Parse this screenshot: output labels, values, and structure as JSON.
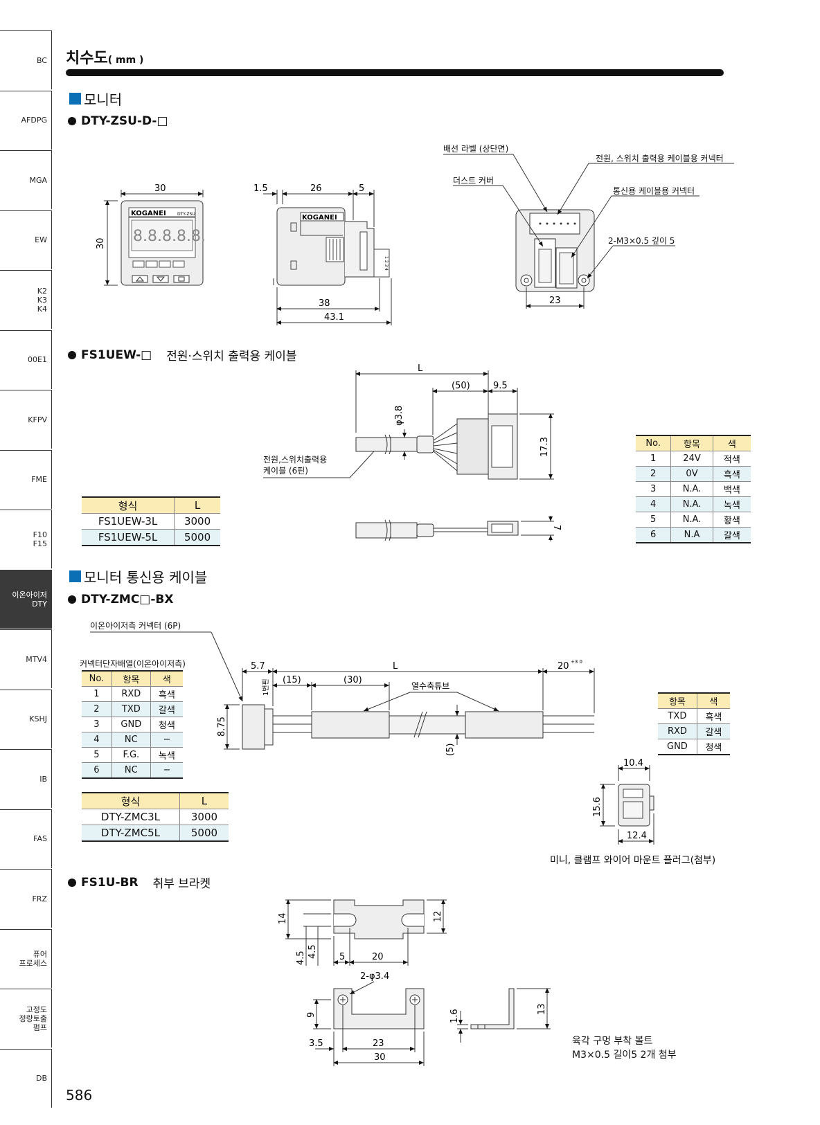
{
  "sidebar": {
    "tabs": [
      {
        "label": "BC"
      },
      {
        "label": "AFDPG"
      },
      {
        "label": "MGA"
      },
      {
        "label": "EW"
      },
      {
        "label": "K2\nK3\nK4"
      },
      {
        "label": "00E1"
      },
      {
        "label": "KFPV"
      },
      {
        "label": "FME"
      },
      {
        "label": "F10\nF15"
      },
      {
        "label": "이온아이저\nDTY",
        "active": true
      },
      {
        "label": "MTV4"
      },
      {
        "label": "KSHJ"
      },
      {
        "label": "IB"
      },
      {
        "label": "FAS"
      },
      {
        "label": "FRZ"
      },
      {
        "label": "퓨어\n프로세스"
      },
      {
        "label": "고정도\n정량토출\n펌프"
      },
      {
        "label": "DB"
      }
    ]
  },
  "header": {
    "title": "치수도",
    "unit": "( mm )"
  },
  "monitor": {
    "section_title": "모니터",
    "model": "DTY-ZSU-D-□",
    "brand": "KOGANEI",
    "model_tag": "DTY-ZSU",
    "display_digits": "8.8.8.8.8.",
    "labels": {
      "wiring_label": "배선 라벨 (상단면)",
      "power_connector": "전원, 스위치 출력용 케이블용 커넥터",
      "dust_cover": "더스트 커버",
      "comm_connector": "통신용 케이블용 커넥터",
      "screw": "2-M3×0.5 깊이 5"
    },
    "dims": {
      "front_w": "30",
      "front_h": "30",
      "side_a": "1.5",
      "side_b": "26",
      "side_c": "5",
      "side_d": "38",
      "side_e": "43.1",
      "rear_w": "23"
    }
  },
  "power_cable": {
    "model": "FS1UEW-□",
    "desc": "전원·스위치 출력용 케이블",
    "label": "전원,스위치출력용\n케이블 (6핀)",
    "dims": {
      "L": "L",
      "a": "(50)",
      "b": "9.5",
      "dia": "φ3.8",
      "h": "17.3",
      "side": "7"
    },
    "model_table": {
      "headers": [
        "형식",
        "L"
      ],
      "rows": [
        [
          "FS1UEW-3L",
          "3000"
        ],
        [
          "FS1UEW-5L",
          "5000"
        ]
      ]
    },
    "pin_table": {
      "headers": [
        "No.",
        "항목",
        "색"
      ],
      "rows": [
        [
          "1",
          "24V",
          "적색"
        ],
        [
          "2",
          "0V",
          "흑색"
        ],
        [
          "3",
          "N.A.",
          "백색"
        ],
        [
          "4",
          "N.A.",
          "녹색"
        ],
        [
          "5",
          "N.A.",
          "황색"
        ],
        [
          "6",
          "N.A",
          "갈색"
        ]
      ]
    }
  },
  "comm_cable": {
    "section_title": "모니터 통신용 케이블",
    "model": "DTY-ZMC□-BX",
    "ionizer_connector": "이온아이저측 커넥터 (6P)",
    "pin_layout_title": "커넥터단자배열(이온아이저측)",
    "tube_label": "열수축튜브",
    "pin1_label": "1번핀",
    "dims": {
      "a": "5.7",
      "L": "L",
      "b": "20",
      "b_tol": "+3 0",
      "c": "(15)",
      "d": "(30)",
      "h": "8.75",
      "e": "(5)",
      "plug_w": "10.4",
      "plug_h": "15.6",
      "plug_b": "12.4"
    },
    "pin_table": {
      "headers": [
        "No.",
        "항목",
        "색"
      ],
      "rows": [
        [
          "1",
          "RXD",
          "흑색"
        ],
        [
          "2",
          "TXD",
          "갈색"
        ],
        [
          "3",
          "GND",
          "청색"
        ],
        [
          "4",
          "NC",
          "−"
        ],
        [
          "5",
          "F.G.",
          "녹색"
        ],
        [
          "6",
          "NC",
          "−"
        ]
      ]
    },
    "model_table": {
      "headers": [
        "형식",
        "L"
      ],
      "rows": [
        [
          "DTY-ZMC3L",
          "3000"
        ],
        [
          "DTY-ZMC5L",
          "5000"
        ]
      ]
    },
    "wire_table": {
      "headers": [
        "항목",
        "색"
      ],
      "rows": [
        [
          "TXD",
          "흑색"
        ],
        [
          "RXD",
          "갈색"
        ],
        [
          "GND",
          "청색"
        ]
      ]
    },
    "plug_caption": "미니, 클램프 와이어 마운트 플러그(첨부)"
  },
  "bracket": {
    "model": "FS1U-BR",
    "desc": "취부 브라켓",
    "dims": {
      "a": "14",
      "b": "12",
      "c": "4.5",
      "d": "4.5",
      "e": "5",
      "f": "20",
      "hole": "2-φ3.4",
      "g": "9",
      "h": "3.5",
      "i": "23",
      "j": "30",
      "k": "1.6",
      "l": "13"
    },
    "note": "육각 구멍 부착 볼트\nM3×0.5 길이5 2개 첨부"
  },
  "page_number": "586"
}
